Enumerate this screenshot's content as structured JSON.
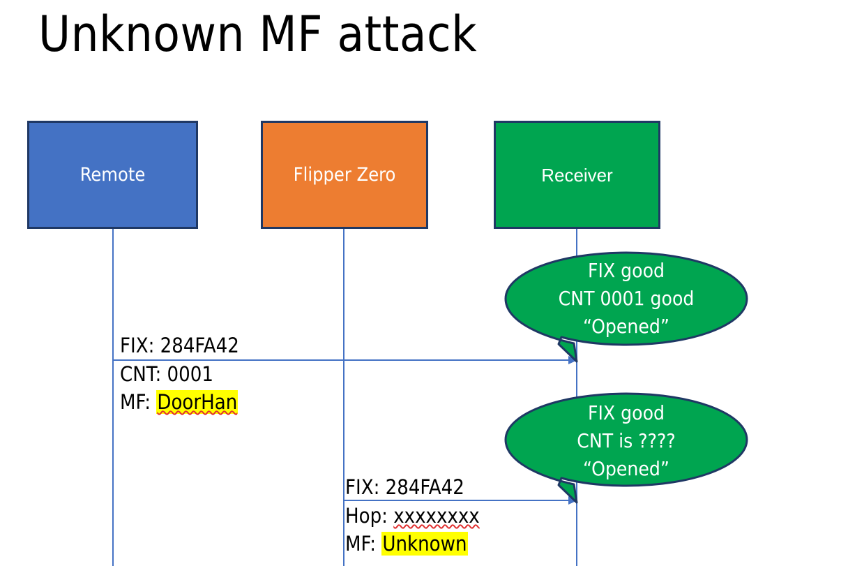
{
  "slide": {
    "title": "Unknown MF attack",
    "background": "#ffffff"
  },
  "colors": {
    "remote_box": "#4472C4",
    "flipper_box": "#ED7D31",
    "receiver_box": "#00A550",
    "box_border": "#1F3864",
    "lifeline": "#4472C4",
    "arrow": "#4472C4",
    "bubble_fill": "#00A550",
    "bubble_border": "#1F3864",
    "highlight": "#FFFF00",
    "spellcheck_underline": "#E03030",
    "text": "#000000",
    "box_text": "#ffffff"
  },
  "actors": [
    {
      "id": "remote",
      "label": "Remote"
    },
    {
      "id": "flipper",
      "label": "Flipper Zero"
    },
    {
      "id": "receiver",
      "label": "Receiver"
    }
  ],
  "messages": [
    {
      "id": "msg-1",
      "from": "remote",
      "to": "receiver",
      "label_above": "FIX: 284FA42",
      "label_below_line1": "CNT: 0001",
      "label_below_line2_prefix": "MF: ",
      "label_below_line2_value": "DoorHan"
    },
    {
      "id": "msg-2",
      "from": "flipper",
      "to": "receiver",
      "label_above": "FIX: 284FA42",
      "label_below_line1_prefix": "Hop: ",
      "label_below_line1_value": "xxxxxxxx",
      "label_below_line2_prefix": "MF: ",
      "label_below_line2_value": "Unknown"
    }
  ],
  "bubbles": [
    {
      "id": "bubble-1",
      "owner": "receiver",
      "line1": "FIX good",
      "line2": "CNT 0001 good",
      "line3": "“Opened”"
    },
    {
      "id": "bubble-2",
      "owner": "receiver",
      "line1": "FIX good",
      "line2": "CNT is ????",
      "line3": "“Opened”"
    }
  ]
}
